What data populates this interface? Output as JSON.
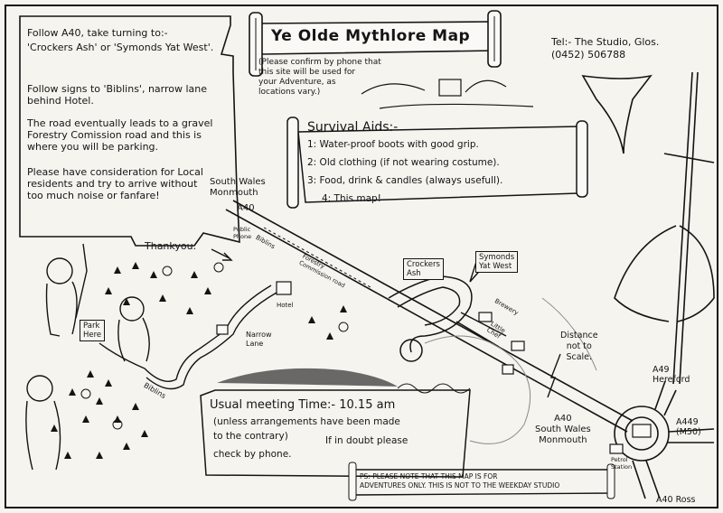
{
  "title": "Ye Olde Mythlore Map",
  "title_note": "(Please confirm by phone that\nthis site will be used for\nyour Adventure, as\nlocations vary.)",
  "contact": "Tel:- The Studio, Glos.\n(0452) 506788",
  "directions": {
    "p1": "Follow A40, take turning to:-",
    "p1b": "'Crockers Ash' or 'Symonds Yat West'.",
    "p2": "Follow signs to 'Biblins', narrow lane behind Hotel.",
    "p3": "The road eventually leads to a gravel Forestry Comission road and this is where you will be parking.",
    "p4": "Please have consideration for Local residents and try to arrive without too much noise or fanfare!",
    "thanks": "Thankyou."
  },
  "survival": {
    "heading": "Survival Aids:-",
    "items": [
      "1: Water-proof boots with good grip.",
      "2: Old clothing (if not wearing costume).",
      "3: Food, drink & candles (always usefull).",
      "4: This map!"
    ]
  },
  "meeting": {
    "heading": "Usual meeting Time:- 10.15 am",
    "line1": "(unless arrangements have been made",
    "line2": "to the contrary)",
    "line3": "If in doubt please",
    "line4": "check by phone."
  },
  "ps": "PS: PLEASE NOTE THAT THIS MAP IS FOR\nADVENTURES ONLY. THIS IS NOT TO THE WEEKDAY STUDIO",
  "labels": {
    "south_wales_top": "South Wales\nMonmouth",
    "a40_top": "A40",
    "public_phone": "Public\nPhone",
    "biblins_top": "Biblins",
    "forestry_road": "Forestry\nCommission road",
    "hotel": "Hotel",
    "narrow_lane": "Narrow\nLane",
    "park_here": "Park\nHere",
    "biblins_bottom": "Biblins",
    "crockers_ash": "Crockers\nAsh",
    "symonds_yat_west": "Symonds\nYat West",
    "little_chef": "Little\nChef",
    "brewery": "Brewery",
    "distance": "Distance\nnot to\nScale.",
    "a40_south": "A40\nSouth Wales\nMonmouth",
    "a49": "A49\nHereford",
    "a449": "A449\n(M50)",
    "petrol": "Petrol\nStation",
    "a40_ross": "A40 Ross"
  },
  "colors": {
    "ink": "#141414",
    "paper": "#f6f4ef"
  }
}
